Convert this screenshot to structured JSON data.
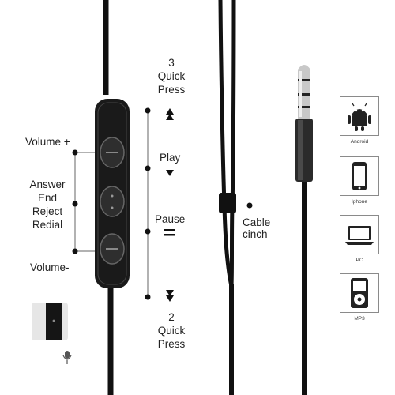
{
  "remote_labels": {
    "volume_plus": "Volume +",
    "answer_group": [
      "Answer",
      "End",
      "Reject",
      "Redial"
    ],
    "volume_minus": "Volume-"
  },
  "control_labels": {
    "three_quick_press": [
      "3",
      "Quick",
      "Press"
    ],
    "play": "Play",
    "pause": "Pause",
    "two_quick_press": [
      "2",
      "Quick",
      "Press"
    ]
  },
  "cable_cinch_label": [
    "Cable",
    "cinch"
  ],
  "devices": [
    {
      "label": "Android",
      "icon": "android-icon"
    },
    {
      "label": "Iphone",
      "icon": "phone-icon"
    },
    {
      "label": "PC",
      "icon": "laptop-icon"
    },
    {
      "label": "MP3",
      "icon": "mp3-player-icon"
    }
  ],
  "colors": {
    "cable": "#111111",
    "remote": "#1a1a1a",
    "jack": "#2b2b2b",
    "frame": "#8a8a8a"
  }
}
